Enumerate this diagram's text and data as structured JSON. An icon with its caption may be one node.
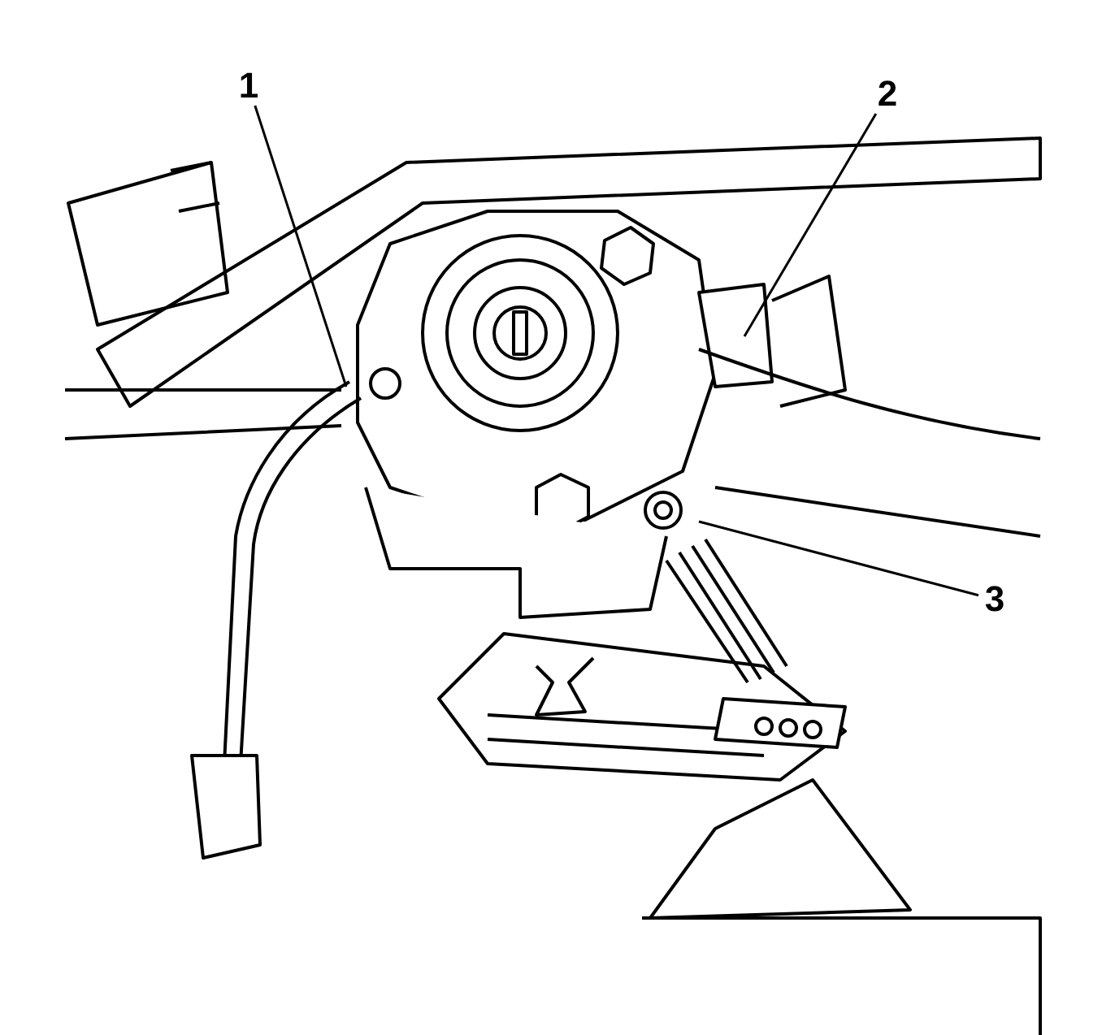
{
  "diagram": {
    "nodes": [
      {
        "text": [
          "1"
        ]
      },
      {
        "text": [
          "2"
        ]
      },
      {
        "text": [
          "3"
        ]
      }
    ],
    "edges": [
      {
        "from": 0,
        "to": null,
        "arrow": "none"
      },
      {
        "from": 1,
        "to": null,
        "arrow": "none"
      },
      {
        "from": 2,
        "to": null,
        "arrow": "none"
      }
    ]
  }
}
